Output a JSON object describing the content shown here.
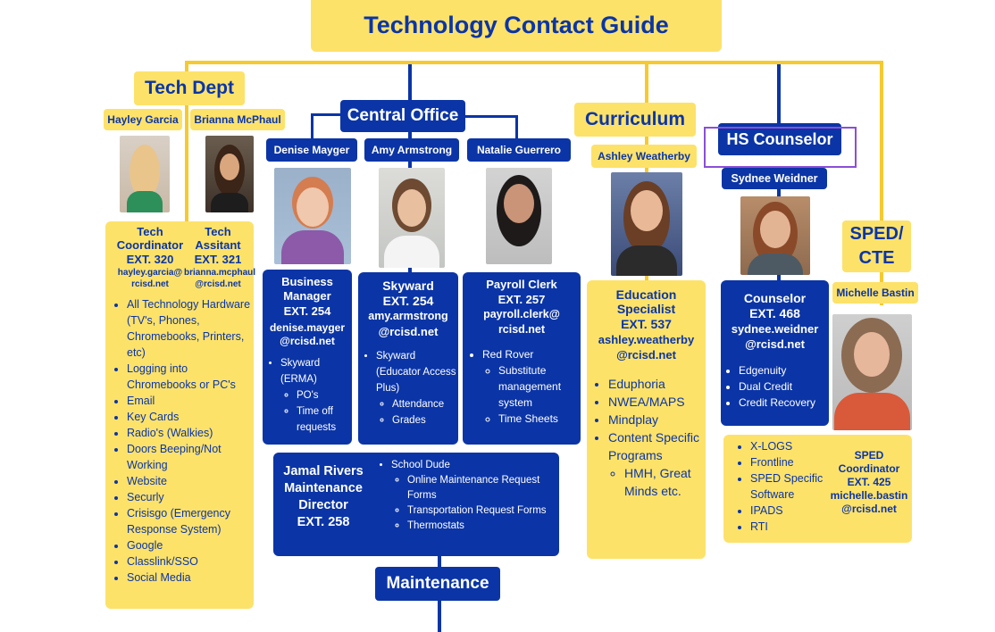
{
  "title": "Technology Contact Guide",
  "tech_dept": {
    "heading": "Tech Dept",
    "names": [
      "Hayley Garcia",
      "Brianna McPhaul"
    ],
    "roles": [
      {
        "title": "Tech Coordinator",
        "ext": "EXT. 320",
        "email1": "hayley.garcia@",
        "email2": "rcisd.net"
      },
      {
        "title": "Tech Assitant",
        "ext": "EXT. 321",
        "email1": "brianna.mcphaul",
        "email2": "@rcisd.net"
      }
    ],
    "items": [
      "All Technology Hardware (TV's, Phones, Chromebooks, Printers, etc)",
      "Logging into Chromebooks or PC's",
      "Email",
      "Key Cards",
      "Radio's (Walkies)",
      "Doors Beeping/Not Working",
      "Website",
      "Securly",
      "Crisisgo (Emergency Response System)",
      "Google",
      "Classlink/SSO",
      "Social Media"
    ]
  },
  "central": {
    "heading": "Central Office",
    "names": [
      "Denise Mayger",
      "Amy Armstrong",
      "Natalie Guerrero"
    ],
    "cards": [
      {
        "l1": "Business",
        "l2": "Manager",
        "ext": "EXT. 254",
        "email1": "denise.mayger",
        "email2": "@rcisd.net",
        "item": "Skyward (ERMA)",
        "subs": [
          "PO's",
          "Time off requests"
        ]
      },
      {
        "l1": "Skyward",
        "ext": "EXT. 254",
        "email1": "amy.armstrong",
        "email2": "@rcisd.net",
        "item": "Skyward (Educator Access Plus)",
        "subs": [
          "Attendance",
          "Grades"
        ]
      },
      {
        "l1": "Payroll Clerk",
        "ext": "EXT. 257",
        "email1": "payroll.clerk@",
        "email2": "rcisd.net",
        "item": "Red Rover",
        "subs": [
          "Substitute management system",
          "Time Sheets"
        ]
      }
    ],
    "maintenance": {
      "name": "Jamal Rivers",
      "role1": "Maintenance",
      "role2": "Director",
      "ext": "EXT. 258",
      "item": "School Dude",
      "subs": [
        "Online Maintenance Request Forms",
        "Transportation Request Forms",
        "Thermostats"
      ],
      "label": "Maintenance"
    }
  },
  "curriculum": {
    "heading": "Curriculum",
    "name": "Ashley Weatherby",
    "role1": "Education",
    "role2": "Specialist",
    "ext": "EXT. 537",
    "email1": "ashley.weatherby",
    "email2": "@rcisd.net",
    "items": [
      "Eduphoria",
      "NWEA/MAPS",
      "Mindplay",
      "Content Specific Programs"
    ],
    "subs": [
      "HMH, Great Minds etc."
    ]
  },
  "counselor": {
    "heading": "HS Counselor",
    "name": "Sydnee Weidner",
    "role": "Counselor",
    "ext": "EXT. 468",
    "email1": "sydnee.weidner",
    "email2": "@rcisd.net",
    "items": [
      "Edgenuity",
      "Dual Credit",
      "Credit Recovery"
    ]
  },
  "sped": {
    "heading1": "SPED/",
    "heading2": "CTE",
    "name": "Michelle Bastin",
    "items": [
      "X-LOGS",
      "Frontline",
      "SPED Specific Software",
      "IPADS",
      "RTI"
    ],
    "role1": "SPED",
    "role2": "Coordinator",
    "ext": "EXT. 425",
    "email1": "michelle.bastin",
    "email2": "@rcisd.net"
  },
  "colors": {
    "navy": "#0b35a6",
    "yellow": "#fde26a",
    "highlight": "#8a4fd6"
  }
}
